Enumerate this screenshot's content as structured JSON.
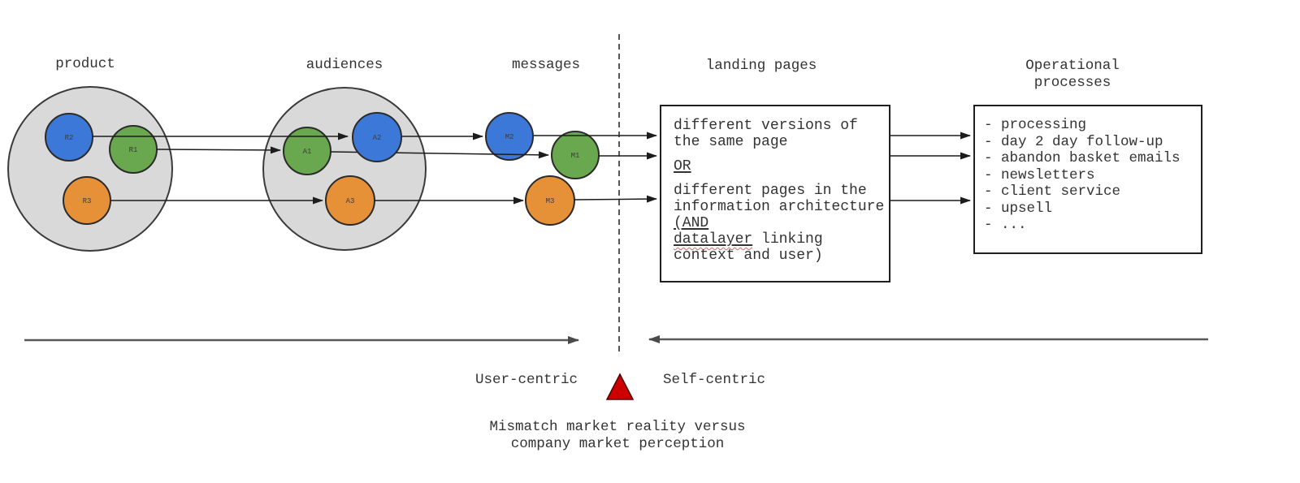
{
  "colors": {
    "blue": "#3c78d8",
    "green": "#6aa84f",
    "orange": "#e69138",
    "cluster_gray": "#d9d9d9",
    "triangle_red": "#cc0000",
    "line_dark": "#1c1c1c",
    "axis_gray": "#595959"
  },
  "titles": {
    "product": "product",
    "audiences": "audiences",
    "messages": "messages",
    "landing_pages": "landing pages",
    "operational_line1": "Operational",
    "operational_line2": "processes"
  },
  "nodes": {
    "r1": "R1",
    "r2": "R2",
    "r3": "R3",
    "a1": "A1",
    "a2": "A2",
    "a3": "A3",
    "m1": "M1",
    "m2": "M2",
    "m3": "M3"
  },
  "landing_box": {
    "option1_line1": "different versions of",
    "option1_line2": "the same page",
    "or_label": "OR",
    "option2_line1": "different pages in the",
    "option2_line2": "information architecture",
    "and_label": "(AND",
    "datalayer_word": "datalayer",
    "datalayer_rest": " linking",
    "closing_line": "context and user)"
  },
  "operational_box": {
    "items": [
      "- processing",
      "- day 2 day follow-up",
      "- abandon basket emails",
      "- newsletters",
      "- client service",
      "- upsell",
      "- ..."
    ]
  },
  "bottom": {
    "left_label": "User-centric",
    "right_label": "Self-centric",
    "caption_line1": "Mismatch market reality versus",
    "caption_line2": "company market perception"
  }
}
